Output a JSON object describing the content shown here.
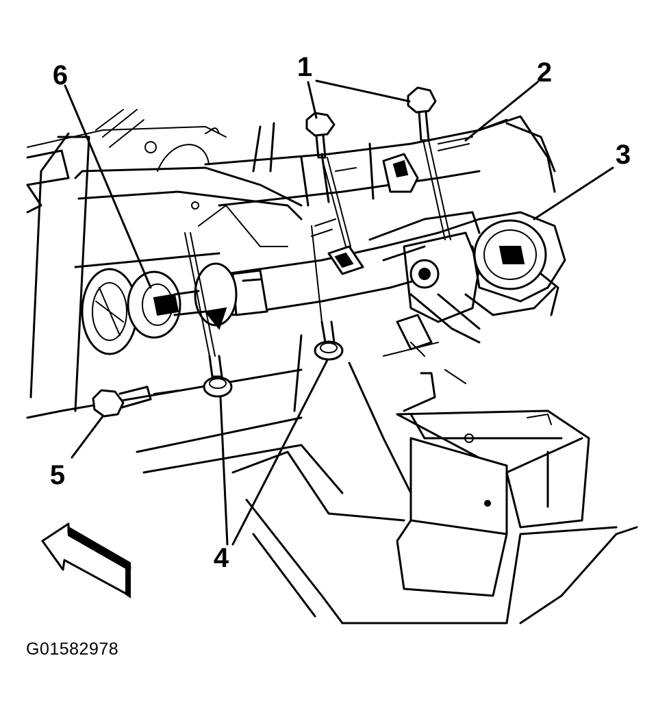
{
  "figure": {
    "id_label": "G01582978"
  },
  "callouts": [
    {
      "number": "1"
    },
    {
      "number": "2"
    },
    {
      "number": "3"
    },
    {
      "number": "4"
    },
    {
      "number": "5"
    },
    {
      "number": "6"
    }
  ],
  "icons": {
    "direction_arrow": "forward-arrow-icon"
  },
  "colors": {
    "ink": "#000000",
    "paper": "#ffffff"
  }
}
